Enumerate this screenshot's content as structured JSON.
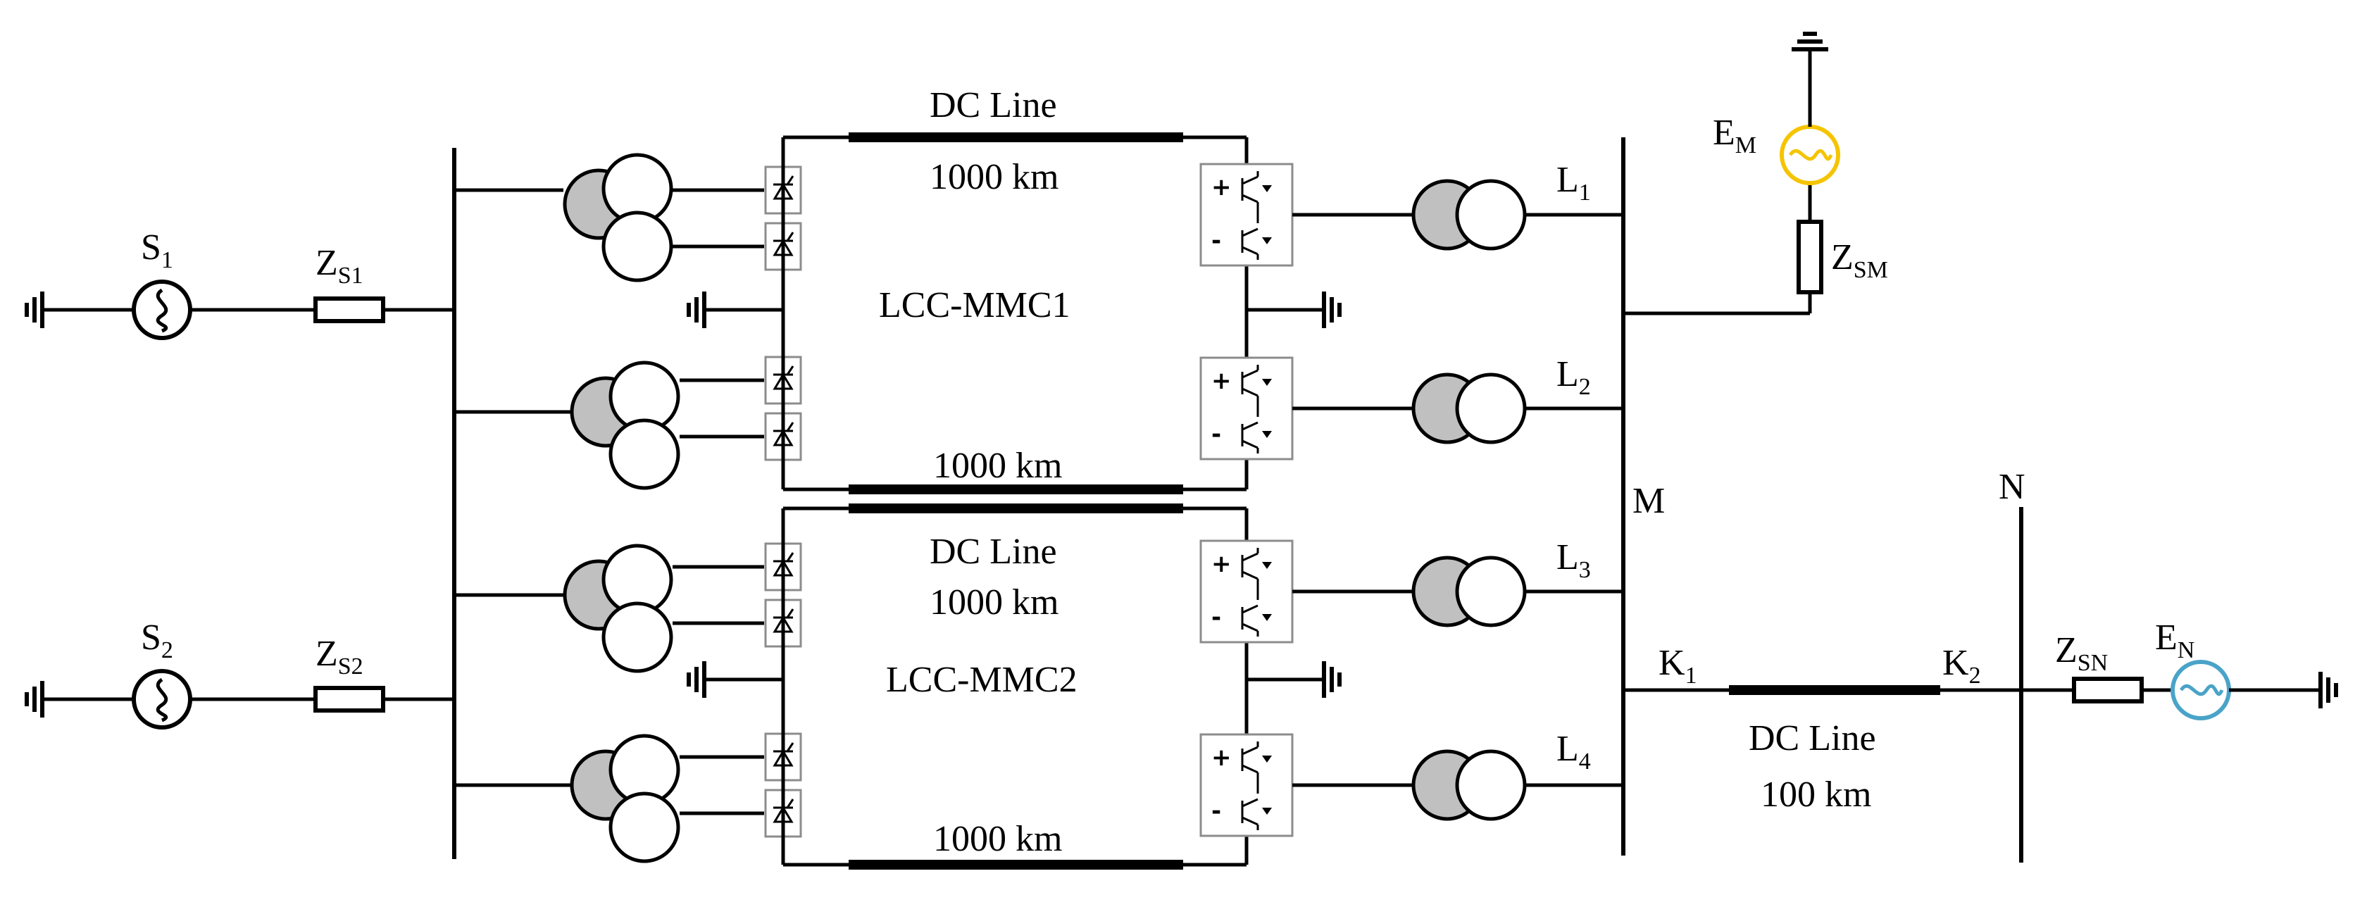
{
  "colors": {
    "line": "#000000",
    "transformer_fill": "#c0c0c0",
    "converter_box": "#8c8c8c",
    "source_em": "#f5c400",
    "source_en": "#4aa3c8"
  },
  "labels": {
    "s1": "S",
    "s1_sub": "1",
    "s2": "S",
    "s2_sub": "2",
    "zs1": "Z",
    "zs1_sub": "S1",
    "zs2": "Z",
    "zs2_sub": "S2",
    "zsm": "Z",
    "zsm_sub": "SM",
    "zsn": "Z",
    "zsn_sub": "SN",
    "em": "E",
    "em_sub": "M",
    "en": "E",
    "en_sub": "N",
    "l1": "L",
    "l1_sub": "1",
    "l2": "L",
    "l2_sub": "2",
    "l3": "L",
    "l3_sub": "3",
    "l4": "L",
    "l4_sub": "4",
    "k1": "K",
    "k1_sub": "1",
    "k2": "K",
    "k2_sub": "2",
    "bus_m": "M",
    "bus_n": "N",
    "mmc1": "LCC-MMC1",
    "mmc2": "LCC-MMC2",
    "dc_line_1": "DC Line",
    "dc_len_1a": "1000 km",
    "dc_len_1b": "1000 km",
    "dc_line_2": "DC Line",
    "dc_len_2a": "1000 km",
    "dc_len_2b": "1000 km",
    "dc_line_3": "DC Line",
    "dc_len_3": "100 km"
  }
}
